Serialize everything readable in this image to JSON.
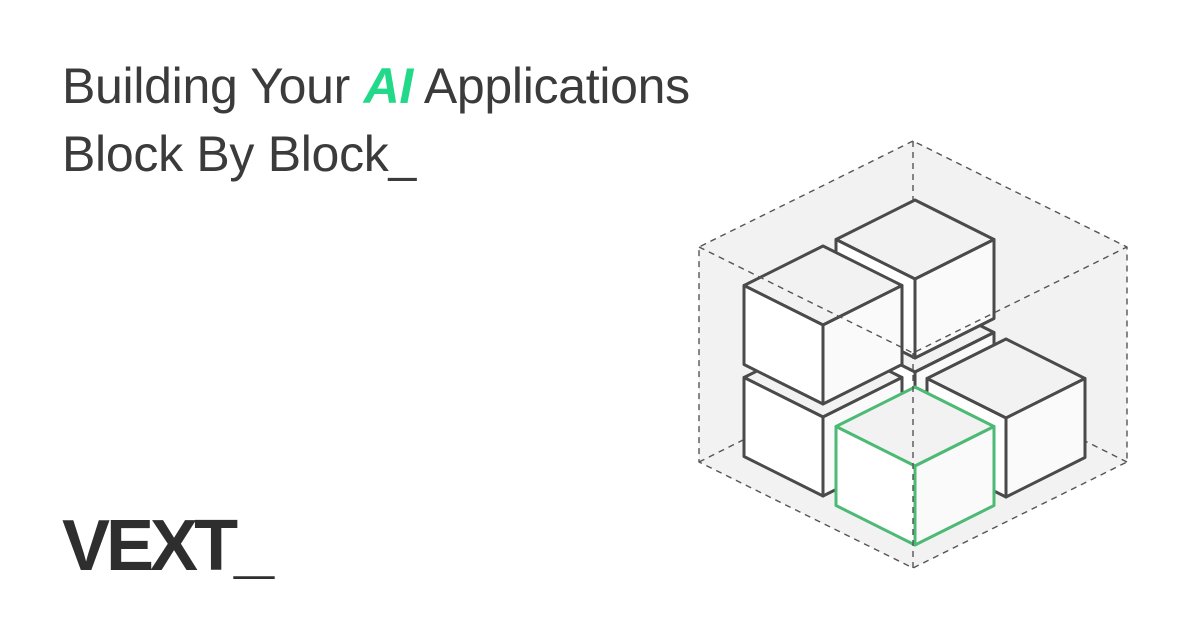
{
  "headline": {
    "line1_before": "Building Your ",
    "line1_accent": "AI",
    "line1_after": " Applications",
    "line2": "Block By Block_"
  },
  "logo": {
    "text": "VEXT_"
  },
  "colors": {
    "text": "#3b3b3b",
    "accent": "#22d98a",
    "highlight_cube": "#4cba74",
    "cube_stroke": "#4a4a4a",
    "box_fill": "#f2f2f2"
  }
}
